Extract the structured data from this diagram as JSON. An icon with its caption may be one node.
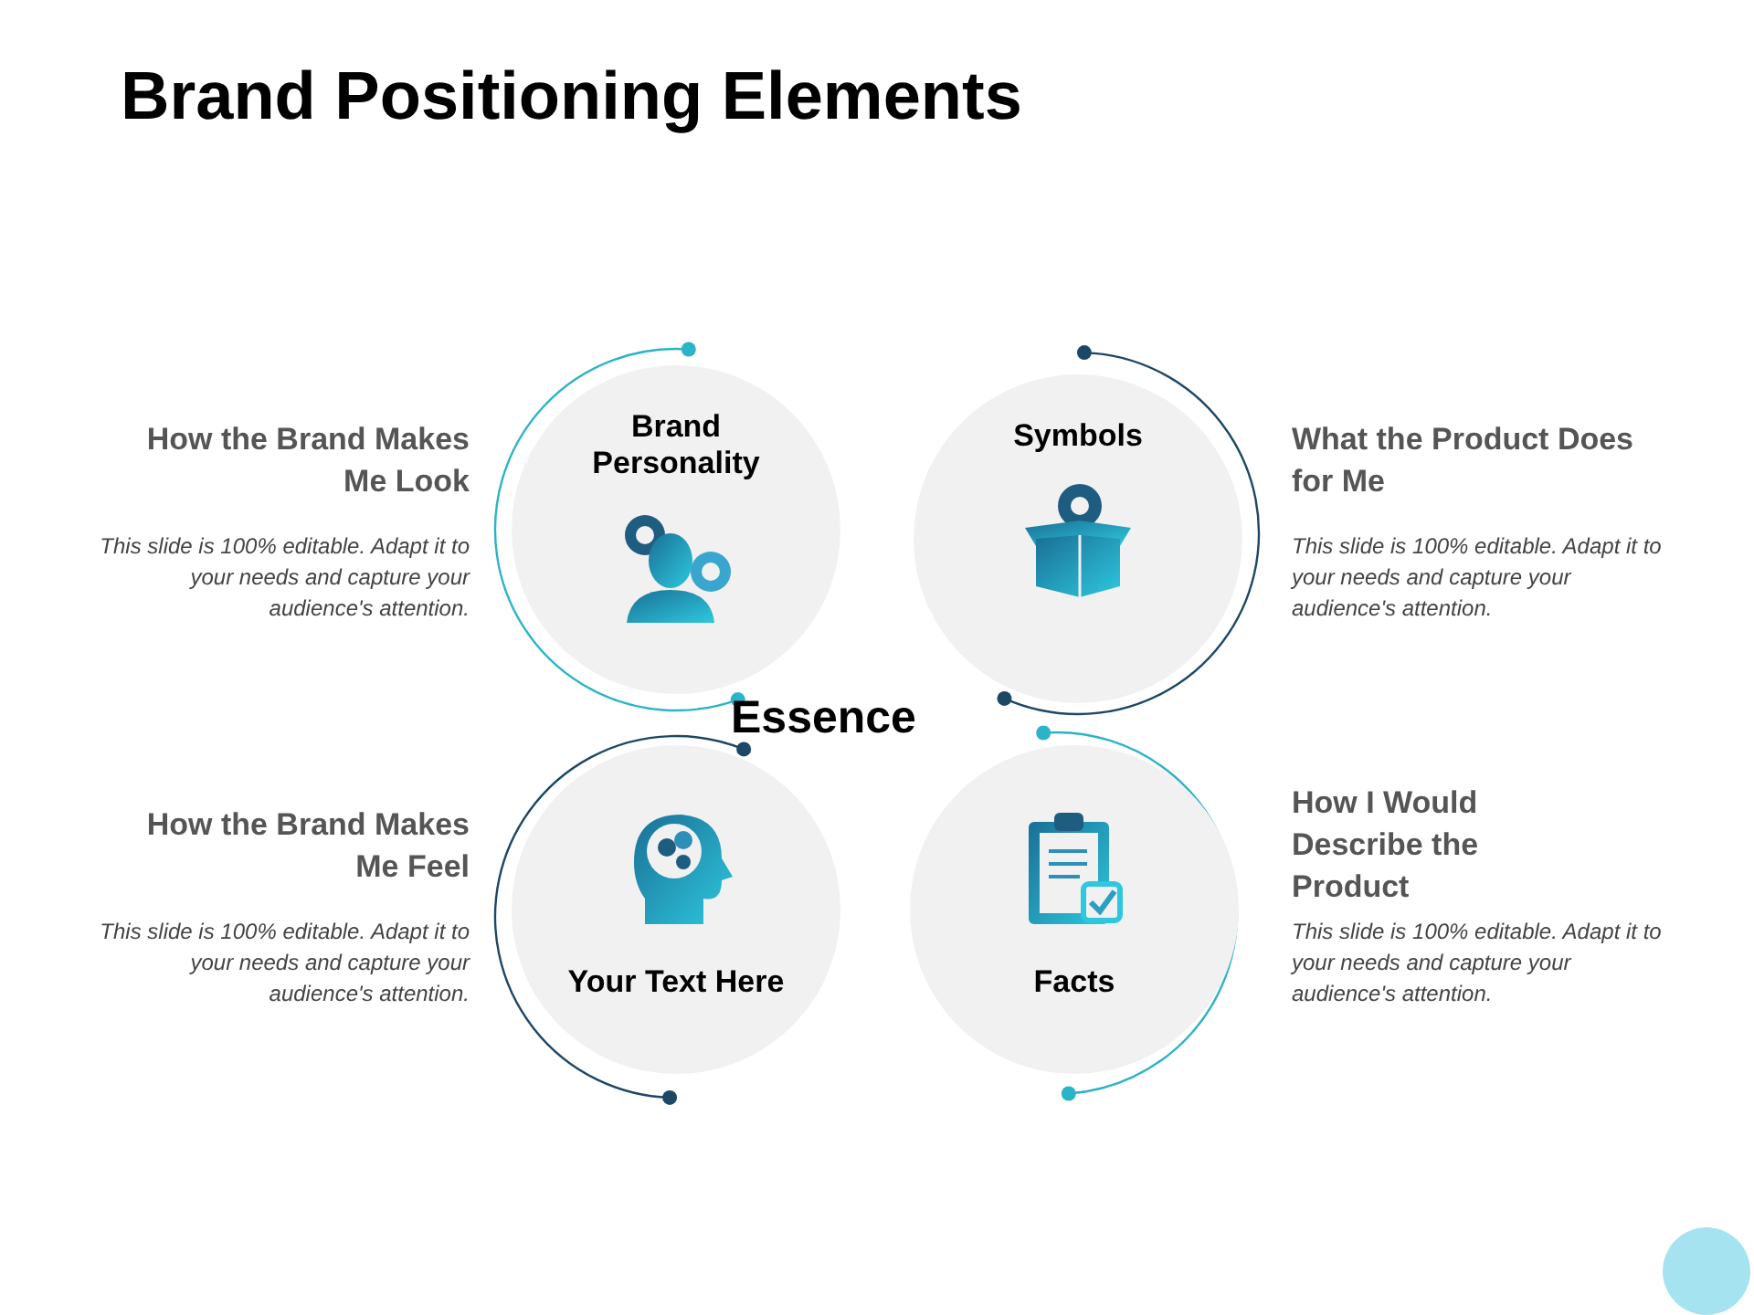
{
  "diagram": {
    "title": "Brand Positioning Elements",
    "nodes": [
      {
        "text": [
          "Brand Personality"
        ]
      },
      {
        "text": [
          "Symbols"
        ]
      },
      {
        "text": [
          "Your Text Here"
        ]
      },
      {
        "text": [
          "Facts"
        ]
      }
    ],
    "labels": [
      "How the Brand Makes Me Look",
      "What the Product Does for Me",
      "This slide is 100% editable. Adapt it to your needs and capture your audience's attention.",
      "This slide is 100% editable. Adapt it to your needs and capture your audience's attention.",
      "Essence",
      "How the Brand Makes Me Feel",
      "How I Would Describe the Product",
      "This slide is 100% editable. Adapt it to your needs and capture your audience's attention.",
      "This slide is 100% editable. Adapt it to your needs and capture your audience's attention."
    ]
  }
}
